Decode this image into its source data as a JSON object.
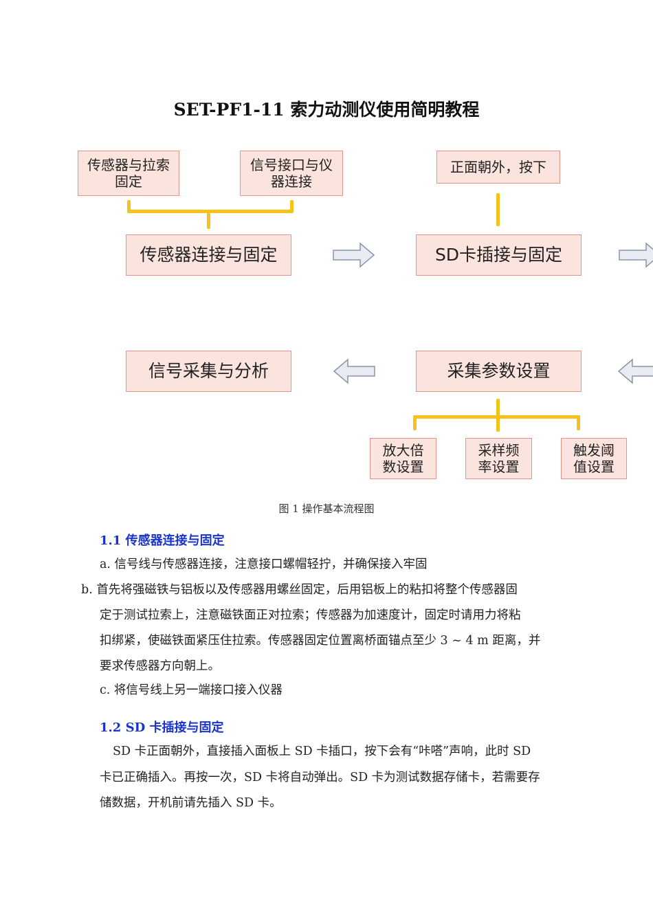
{
  "title": "SET-PF1-11 索力动测仪使用简明教程",
  "flowchart": {
    "sub_sensor_cable": [
      "传感器与拉索",
      "固定"
    ],
    "sub_signal_port": [
      "信号接口与仪",
      "器连接"
    ],
    "step1": "传感器连接与固定",
    "sub_front_out": "正面朝外，按下",
    "step2": "SD卡插接与固定",
    "step3": "采集参数设置",
    "step4": "信号采集与分析",
    "sub_gain": [
      "放大倍",
      "数设置"
    ],
    "sub_rate": [
      "采样频",
      "率设置"
    ],
    "sub_trigger": [
      "触发阈",
      "值设置"
    ],
    "colors": {
      "box_fill": "#fce4de",
      "box_border": "#e8908a",
      "connector": "#f5c21b",
      "arrow_fill": "#e8ecf2",
      "arrow_stroke": "#8a93a8"
    }
  },
  "caption": "图 1 操作基本流程图",
  "section1": {
    "heading": "1.1 传感器连接与固定",
    "a": "a. 信号线与传感器连接，注意接口螺帽轻拧，并确保接入牢固",
    "b_line1": "b. 首先将强磁铁与铝板以及传感器用螺丝固定，后用铝板上的粘扣将整个传感器固",
    "b_line2": "定于测试拉索上，注意磁铁面正对拉索；传感器为加速度计，固定时请用力将粘",
    "b_line3": "扣绑紧，使磁铁面紧压住拉索。传感器固定位置离桥面锚点至少 3 ~ 4 m 距离，并",
    "b_line4": "要求传感器方向朝上。",
    "c": "c. 将信号线上另一端接口接入仪器"
  },
  "section2": {
    "heading": "1.2 SD 卡插接与固定",
    "p_line1": "SD 卡正面朝外，直接插入面板上 SD 卡插口，按下会有“咔嗒”声响，此时 SD",
    "p_line2": "卡已正确插入。再按一次，SD 卡将自动弹出。SD 卡为测试数据存储卡，若需要存",
    "p_line3": "储数据，开机前请先插入 SD 卡。"
  }
}
